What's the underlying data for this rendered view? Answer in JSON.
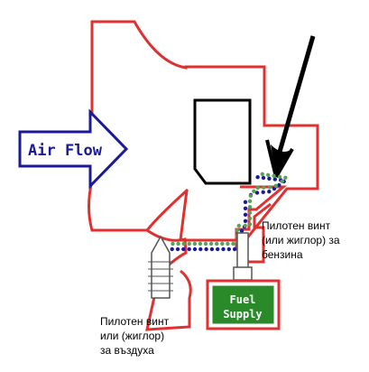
{
  "labels": {
    "air_flow": "Air Flow",
    "fuel_supply_line1": "Fuel",
    "fuel_supply_line2": "Supply",
    "fuel_screw_line1": "Пилотен винт",
    "fuel_screw_line2": "(или жиглор) за",
    "fuel_screw_line3": "бензина",
    "air_screw_line1": "Пилотен винт",
    "air_screw_line2": "или (жиглор)",
    "air_screw_line3": "за въздуха"
  },
  "colors": {
    "carburetor_outline": "#e03030",
    "air_flow_arrow": "#1a1a9a",
    "fuel_supply_border": "#2a8a2a",
    "fuel_supply_text": "#ffffff",
    "fuel_dots": "#1a1a9a",
    "air_dots": "#5aa05a",
    "pointer_arrow": "#000000",
    "text": "#000000"
  },
  "icons": {
    "pointer": "black-arrow-icon",
    "air_screw": "screw-icon",
    "fuel_screw": "jet-icon"
  }
}
